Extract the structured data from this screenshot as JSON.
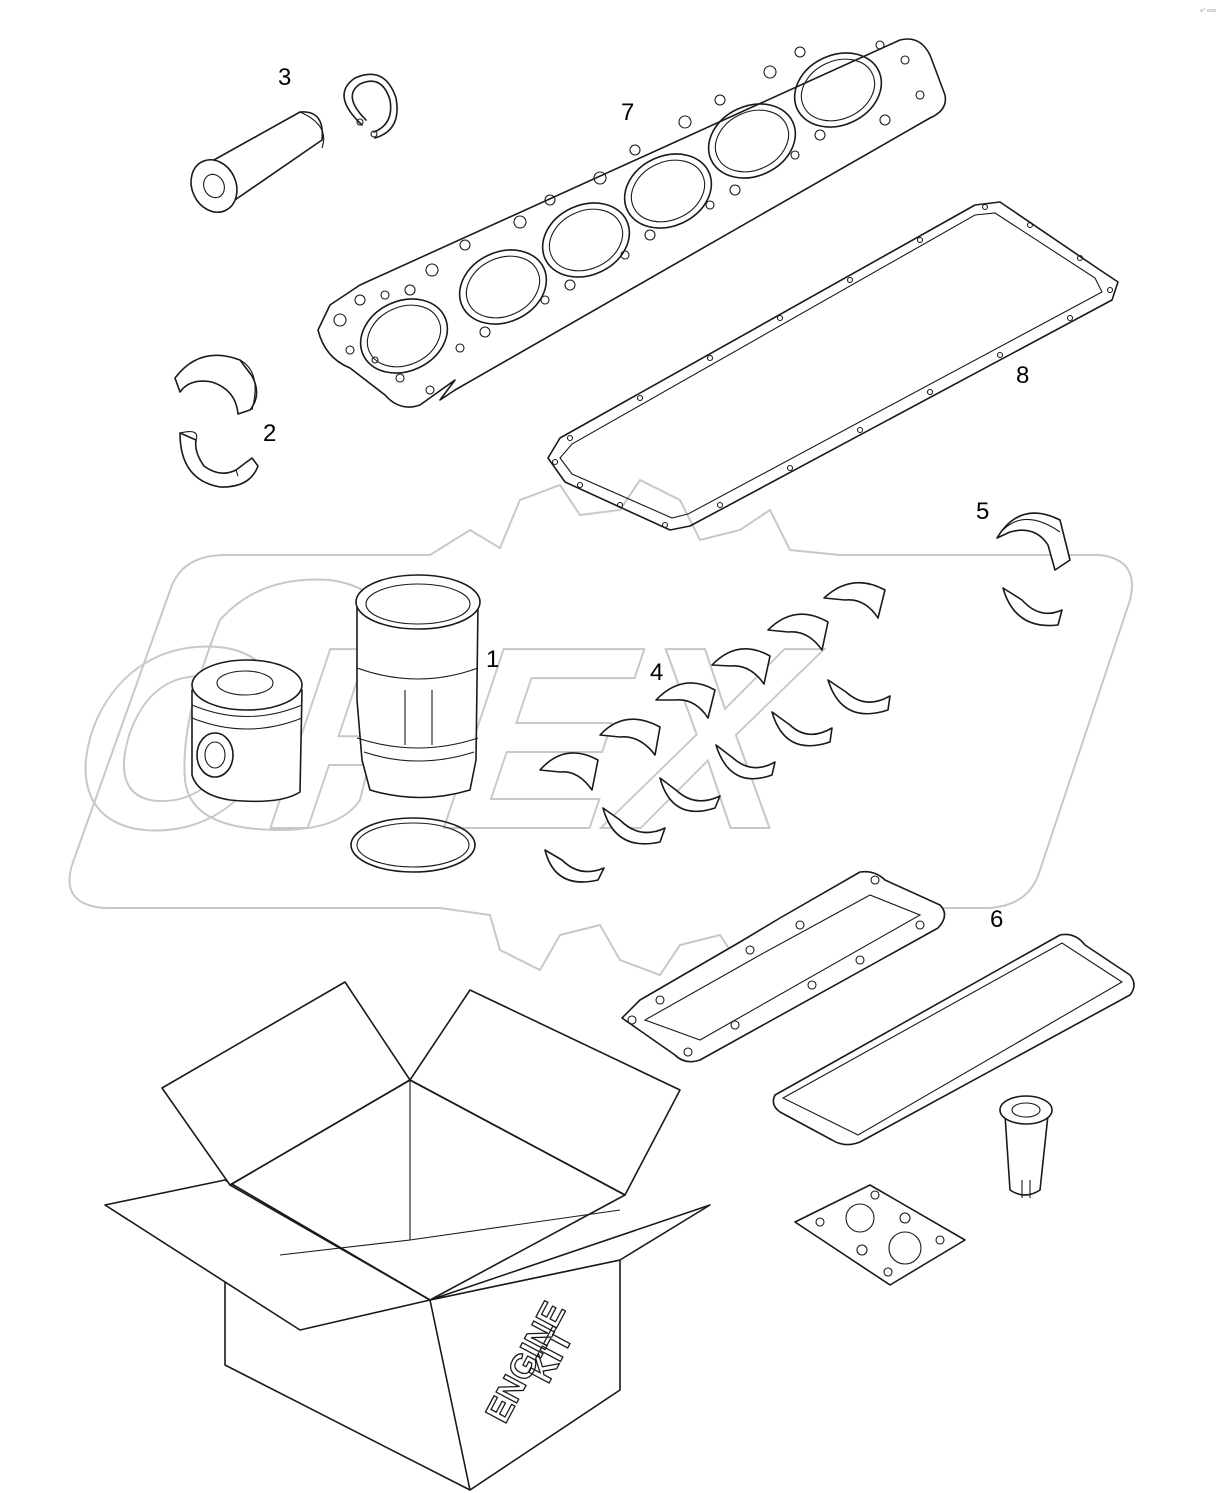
{
  "diagram": {
    "callouts": [
      {
        "id": "1",
        "label": "1"
      },
      {
        "id": "2",
        "label": "2"
      },
      {
        "id": "3",
        "label": "3"
      },
      {
        "id": "4",
        "label": "4"
      },
      {
        "id": "5",
        "label": "5"
      },
      {
        "id": "6",
        "label": "6"
      },
      {
        "id": "7",
        "label": "7"
      },
      {
        "id": "8",
        "label": "8"
      }
    ],
    "watermark": "OPEX",
    "box_text": [
      "ENGINE",
      "KIT"
    ],
    "corner_mark": "a° ooo"
  }
}
